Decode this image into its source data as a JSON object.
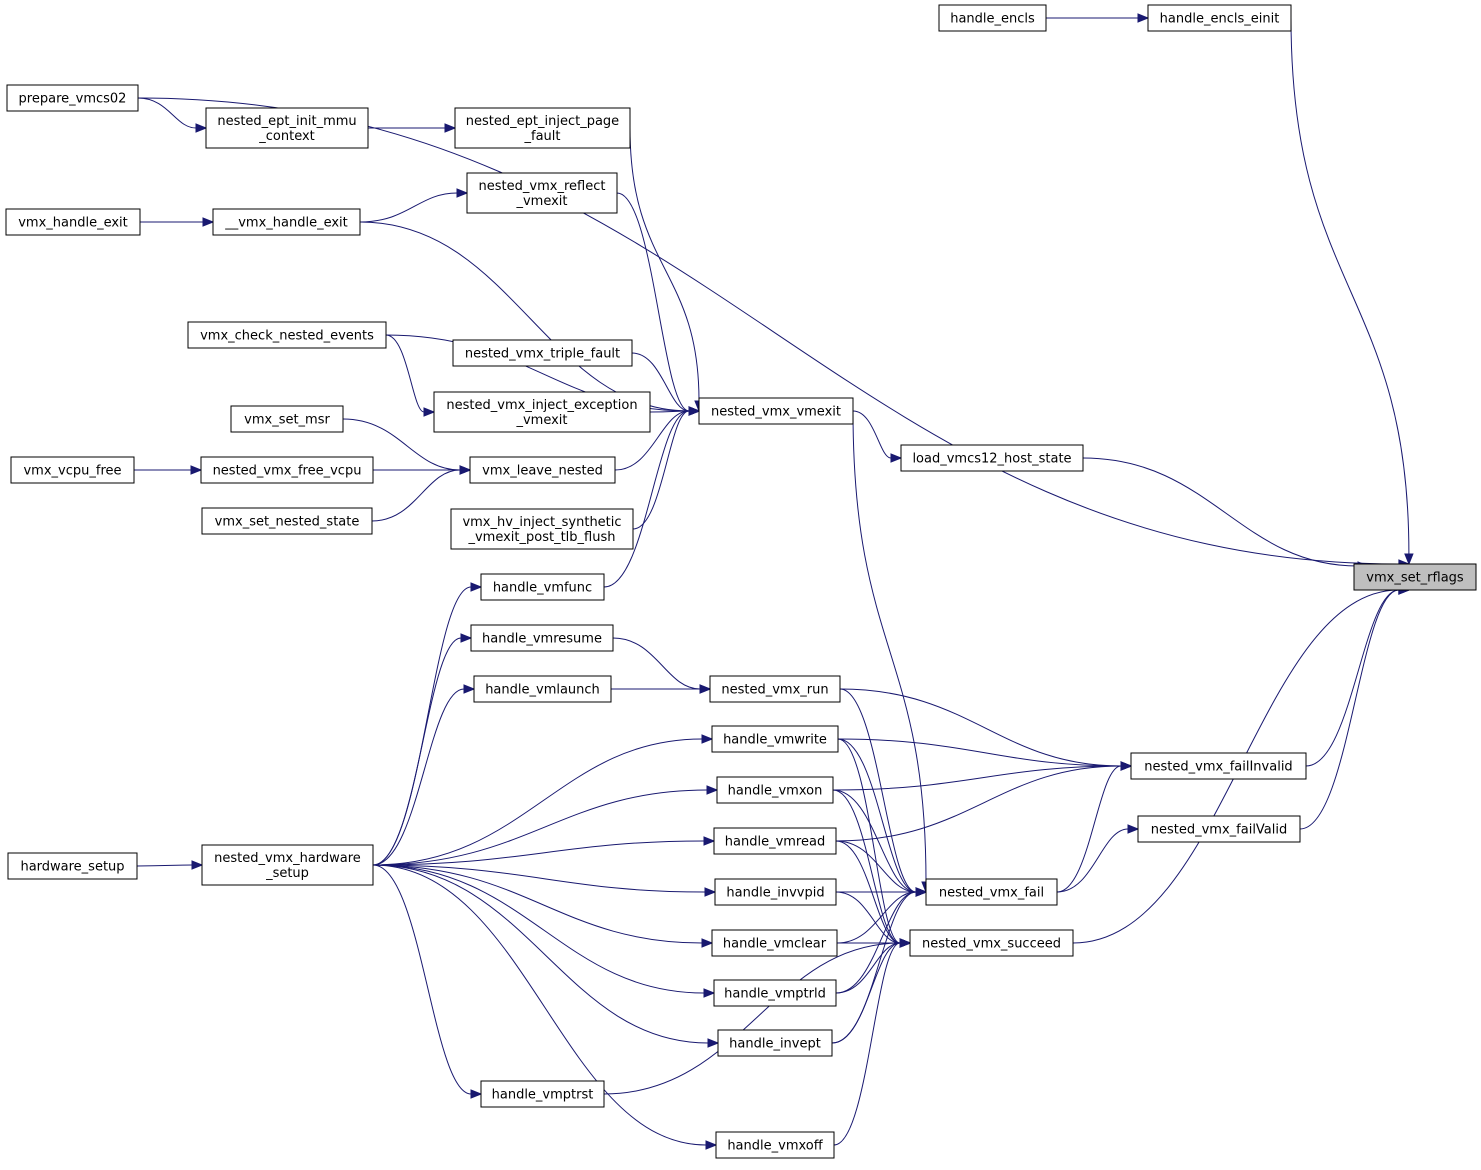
{
  "diagram": {
    "type": "caller-graph",
    "focus_node": "vmx_set_rflags",
    "colors": {
      "edge": "#191970",
      "node_fill": "#ffffff",
      "focus_fill": "#bfbfbf",
      "border": "#000000"
    },
    "nodes": [
      {
        "id": "vmx_set_rflags",
        "lines": [
          "vmx_set_rflags"
        ]
      },
      {
        "id": "handle_encls",
        "lines": [
          "handle_encls"
        ]
      },
      {
        "id": "handle_encls_einit",
        "lines": [
          "handle_encls_einit"
        ]
      },
      {
        "id": "prepare_vmcs02",
        "lines": [
          "prepare_vmcs02"
        ]
      },
      {
        "id": "nested_ept_init_mmu_context",
        "lines": [
          "nested_ept_init_mmu",
          "_context"
        ]
      },
      {
        "id": "nested_ept_inject_page_fault",
        "lines": [
          "nested_ept_inject_page",
          "_fault"
        ]
      },
      {
        "id": "vmx_handle_exit",
        "lines": [
          "vmx_handle_exit"
        ]
      },
      {
        "id": "__vmx_handle_exit",
        "lines": [
          "__vmx_handle_exit"
        ]
      },
      {
        "id": "nested_vmx_reflect_vmexit",
        "lines": [
          "nested_vmx_reflect",
          "_vmexit"
        ]
      },
      {
        "id": "vmx_check_nested_events",
        "lines": [
          "vmx_check_nested_events"
        ]
      },
      {
        "id": "nested_vmx_triple_fault",
        "lines": [
          "nested_vmx_triple_fault"
        ]
      },
      {
        "id": "nested_vmx_inject_exception_vmexit",
        "lines": [
          "nested_vmx_inject_exception",
          "_vmexit"
        ]
      },
      {
        "id": "nested_vmx_vmexit",
        "lines": [
          "nested_vmx_vmexit"
        ]
      },
      {
        "id": "vmx_set_msr",
        "lines": [
          "vmx_set_msr"
        ]
      },
      {
        "id": "vmx_vcpu_free",
        "lines": [
          "vmx_vcpu_free"
        ]
      },
      {
        "id": "nested_vmx_free_vcpu",
        "lines": [
          "nested_vmx_free_vcpu"
        ]
      },
      {
        "id": "vmx_leave_nested",
        "lines": [
          "vmx_leave_nested"
        ]
      },
      {
        "id": "vmx_set_nested_state",
        "lines": [
          "vmx_set_nested_state"
        ]
      },
      {
        "id": "load_vmcs12_host_state",
        "lines": [
          "load_vmcs12_host_state"
        ]
      },
      {
        "id": "vmx_hv_inject_synthetic_vmexit_post_tlb_flush",
        "lines": [
          "vmx_hv_inject_synthetic",
          "_vmexit_post_tlb_flush"
        ]
      },
      {
        "id": "handle_vmfunc",
        "lines": [
          "handle_vmfunc"
        ]
      },
      {
        "id": "handle_vmresume",
        "lines": [
          "handle_vmresume"
        ]
      },
      {
        "id": "handle_vmlaunch",
        "lines": [
          "handle_vmlaunch"
        ]
      },
      {
        "id": "nested_vmx_run",
        "lines": [
          "nested_vmx_run"
        ]
      },
      {
        "id": "handle_vmwrite",
        "lines": [
          "handle_vmwrite"
        ]
      },
      {
        "id": "nested_vmx_failInvalid",
        "lines": [
          "nested_vmx_failInvalid"
        ]
      },
      {
        "id": "handle_vmxon",
        "lines": [
          "handle_vmxon"
        ]
      },
      {
        "id": "nested_vmx_failValid",
        "lines": [
          "nested_vmx_failValid"
        ]
      },
      {
        "id": "hardware_setup",
        "lines": [
          "hardware_setup"
        ]
      },
      {
        "id": "nested_vmx_hardware_setup",
        "lines": [
          "nested_vmx_hardware",
          "_setup"
        ]
      },
      {
        "id": "handle_vmread",
        "lines": [
          "handle_vmread"
        ]
      },
      {
        "id": "handle_invvpid",
        "lines": [
          "handle_invvpid"
        ]
      },
      {
        "id": "nested_vmx_fail",
        "lines": [
          "nested_vmx_fail"
        ]
      },
      {
        "id": "handle_vmclear",
        "lines": [
          "handle_vmclear"
        ]
      },
      {
        "id": "nested_vmx_succeed",
        "lines": [
          "nested_vmx_succeed"
        ]
      },
      {
        "id": "handle_vmptrld",
        "lines": [
          "handle_vmptrld"
        ]
      },
      {
        "id": "handle_invept",
        "lines": [
          "handle_invept"
        ]
      },
      {
        "id": "handle_vmptrst",
        "lines": [
          "handle_vmptrst"
        ]
      },
      {
        "id": "handle_vmxoff",
        "lines": [
          "handle_vmxoff"
        ]
      }
    ],
    "edges": [
      {
        "from": "handle_encls",
        "to": "handle_encls_einit"
      },
      {
        "from": "handle_encls_einit",
        "to": "vmx_set_rflags"
      },
      {
        "from": "prepare_vmcs02",
        "to": "vmx_set_rflags"
      },
      {
        "from": "prepare_vmcs02",
        "to": "nested_ept_init_mmu_context"
      },
      {
        "from": "nested_ept_init_mmu_context",
        "to": "nested_ept_inject_page_fault"
      },
      {
        "from": "nested_ept_inject_page_fault",
        "to": "nested_vmx_vmexit"
      },
      {
        "from": "vmx_handle_exit",
        "to": "__vmx_handle_exit"
      },
      {
        "from": "__vmx_handle_exit",
        "to": "nested_vmx_reflect_vmexit"
      },
      {
        "from": "__vmx_handle_exit",
        "to": "nested_vmx_vmexit"
      },
      {
        "from": "nested_vmx_reflect_vmexit",
        "to": "nested_vmx_vmexit"
      },
      {
        "from": "vmx_check_nested_events",
        "to": "nested_vmx_vmexit"
      },
      {
        "from": "vmx_check_nested_events",
        "to": "nested_vmx_inject_exception_vmexit"
      },
      {
        "from": "nested_vmx_triple_fault",
        "to": "nested_vmx_vmexit"
      },
      {
        "from": "nested_vmx_inject_exception_vmexit",
        "to": "nested_vmx_vmexit"
      },
      {
        "from": "vmx_set_msr",
        "to": "vmx_leave_nested"
      },
      {
        "from": "vmx_vcpu_free",
        "to": "nested_vmx_free_vcpu"
      },
      {
        "from": "nested_vmx_free_vcpu",
        "to": "vmx_leave_nested"
      },
      {
        "from": "vmx_set_nested_state",
        "to": "vmx_leave_nested"
      },
      {
        "from": "vmx_leave_nested",
        "to": "nested_vmx_vmexit"
      },
      {
        "from": "vmx_hv_inject_synthetic_vmexit_post_tlb_flush",
        "to": "nested_vmx_vmexit"
      },
      {
        "from": "handle_vmfunc",
        "to": "nested_vmx_vmexit"
      },
      {
        "from": "nested_vmx_vmexit",
        "to": "load_vmcs12_host_state"
      },
      {
        "from": "nested_vmx_vmexit",
        "to": "nested_vmx_fail"
      },
      {
        "from": "load_vmcs12_host_state",
        "to": "vmx_set_rflags"
      },
      {
        "from": "nested_vmx_hardware_setup",
        "to": "handle_vmfunc"
      },
      {
        "from": "nested_vmx_hardware_setup",
        "to": "handle_vmresume"
      },
      {
        "from": "nested_vmx_hardware_setup",
        "to": "handle_vmlaunch"
      },
      {
        "from": "nested_vmx_hardware_setup",
        "to": "handle_vmwrite"
      },
      {
        "from": "nested_vmx_hardware_setup",
        "to": "handle_vmxon"
      },
      {
        "from": "nested_vmx_hardware_setup",
        "to": "handle_vmread"
      },
      {
        "from": "nested_vmx_hardware_setup",
        "to": "handle_invvpid"
      },
      {
        "from": "nested_vmx_hardware_setup",
        "to": "handle_vmclear"
      },
      {
        "from": "nested_vmx_hardware_setup",
        "to": "handle_vmptrld"
      },
      {
        "from": "nested_vmx_hardware_setup",
        "to": "handle_invept"
      },
      {
        "from": "nested_vmx_hardware_setup",
        "to": "handle_vmptrst"
      },
      {
        "from": "nested_vmx_hardware_setup",
        "to": "handle_vmxoff"
      },
      {
        "from": "hardware_setup",
        "to": "nested_vmx_hardware_setup"
      },
      {
        "from": "handle_vmresume",
        "to": "nested_vmx_run"
      },
      {
        "from": "handle_vmlaunch",
        "to": "nested_vmx_run"
      },
      {
        "from": "nested_vmx_run",
        "to": "nested_vmx_failInvalid"
      },
      {
        "from": "nested_vmx_run",
        "to": "nested_vmx_fail"
      },
      {
        "from": "handle_vmwrite",
        "to": "nested_vmx_failInvalid"
      },
      {
        "from": "handle_vmwrite",
        "to": "nested_vmx_fail"
      },
      {
        "from": "handle_vmwrite",
        "to": "nested_vmx_succeed"
      },
      {
        "from": "handle_vmxon",
        "to": "nested_vmx_failInvalid"
      },
      {
        "from": "handle_vmxon",
        "to": "nested_vmx_fail"
      },
      {
        "from": "handle_vmxon",
        "to": "nested_vmx_succeed"
      },
      {
        "from": "handle_vmread",
        "to": "nested_vmx_failInvalid"
      },
      {
        "from": "handle_vmread",
        "to": "nested_vmx_fail"
      },
      {
        "from": "handle_vmread",
        "to": "nested_vmx_succeed"
      },
      {
        "from": "handle_invvpid",
        "to": "nested_vmx_fail"
      },
      {
        "from": "handle_invvpid",
        "to": "nested_vmx_succeed"
      },
      {
        "from": "handle_vmclear",
        "to": "nested_vmx_fail"
      },
      {
        "from": "handle_vmclear",
        "to": "nested_vmx_succeed"
      },
      {
        "from": "handle_vmptrld",
        "to": "nested_vmx_fail"
      },
      {
        "from": "handle_vmptrld",
        "to": "nested_vmx_succeed"
      },
      {
        "from": "handle_invept",
        "to": "nested_vmx_fail"
      },
      {
        "from": "handle_invept",
        "to": "nested_vmx_succeed"
      },
      {
        "from": "handle_vmptrst",
        "to": "nested_vmx_succeed"
      },
      {
        "from": "handle_vmxoff",
        "to": "nested_vmx_succeed"
      },
      {
        "from": "nested_vmx_fail",
        "to": "nested_vmx_failInvalid"
      },
      {
        "from": "nested_vmx_fail",
        "to": "nested_vmx_failValid"
      },
      {
        "from": "nested_vmx_failInvalid",
        "to": "vmx_set_rflags"
      },
      {
        "from": "nested_vmx_failValid",
        "to": "vmx_set_rflags"
      },
      {
        "from": "nested_vmx_succeed",
        "to": "vmx_set_rflags"
      }
    ]
  }
}
